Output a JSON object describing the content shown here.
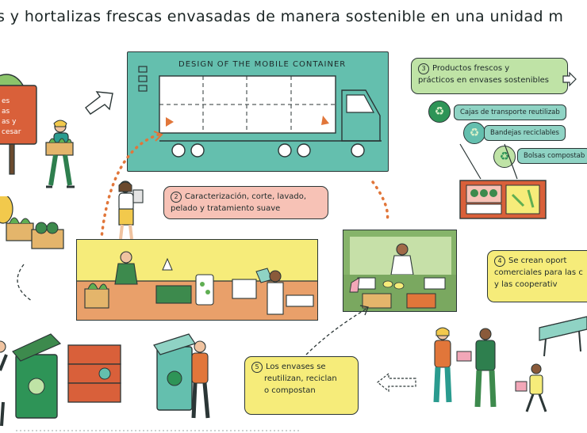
{
  "title": "s y hortalizas frescas envasadas de manera sostenible en una unidad m",
  "container": {
    "heading": "DESIGN OF THE MOBILE CONTAINER"
  },
  "sign_left": {
    "lines": [
      "es",
      "as",
      "as y",
      "cesar"
    ]
  },
  "step2": {
    "number": "2",
    "line1": "Caracterización, corte, lavado,",
    "line2": "pelado y tratamiento suave"
  },
  "step3": {
    "number": "3",
    "line1": "Productos frescos y",
    "line2": "prácticos en envases sostenibles",
    "tags": [
      "Cajas de transporte reutilizab",
      "Bandejas reciclables",
      "Bolsas compostab"
    ]
  },
  "step4": {
    "number": "4",
    "line1": "Se crean oport",
    "line2": "comerciales para las c",
    "line3": "y las cooperativ"
  },
  "step5": {
    "number": "5",
    "line1": "Los envases se",
    "line2": "reutilizan, reciclan",
    "line3": "o compostan"
  },
  "colors": {
    "teal": "#64bfae",
    "mint": "#8fd3c4",
    "green_note": "#bfe3a6",
    "pink_note": "#f7c2b6",
    "yellow_note": "#f6ec7a",
    "orange": "#e1763a",
    "dark_green": "#2e9457",
    "sign_orange": "#d9603a"
  }
}
